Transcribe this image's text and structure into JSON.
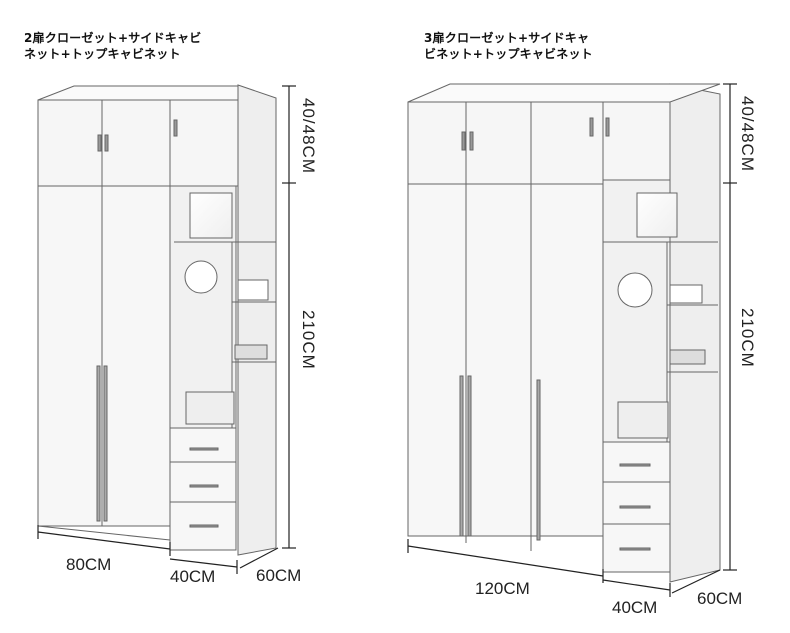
{
  "products": [
    {
      "caption_line1": "2扉クローゼット+サイドキャビ",
      "caption_line2": "ネット+トップキャビネット",
      "dims": {
        "top_height": "40/48CM",
        "body_height": "210CM",
        "main_width": "80CM",
        "side_width": "40CM",
        "depth": "60CM"
      }
    },
    {
      "caption_line1": "3扉クローゼット+サイドキャ",
      "caption_line2": "ビネット+トップキャビネット",
      "dims": {
        "top_height": "40/48CM",
        "body_height": "210CM",
        "main_width": "120CM",
        "side_width": "40CM",
        "depth": "60CM"
      }
    }
  ],
  "colors": {
    "line": "#555555",
    "panel": "#f7f7f7",
    "shade": "#e9e9e9",
    "dim_line": "#222222"
  }
}
